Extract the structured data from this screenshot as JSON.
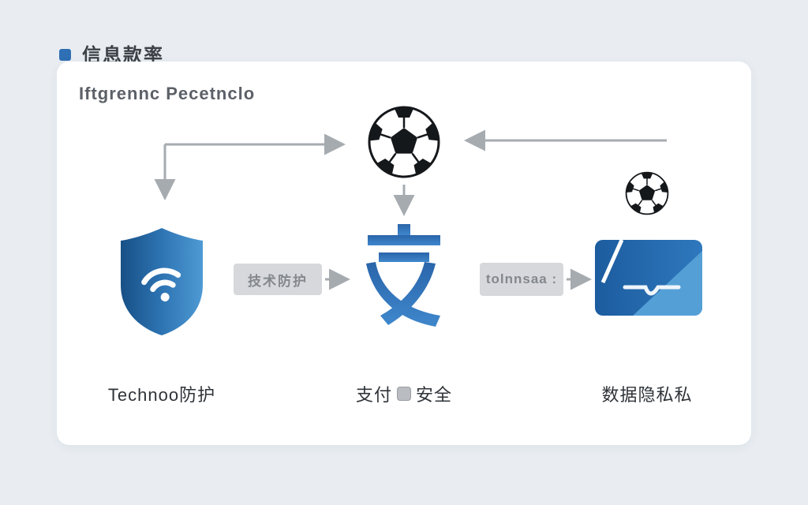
{
  "header": {
    "title": "信息款率"
  },
  "card": {
    "title": "Iftgrennc Pecetnclo"
  },
  "flow": {
    "chip_left": "技术防护",
    "chip_right": "tolnnsaa :",
    "captions": {
      "left": "Technoo防护",
      "middle_before": "支付",
      "middle_after": "安全",
      "right": "数据隐私私"
    }
  },
  "icons": {
    "bullet": "blue-square-bullet",
    "ball_large": "soccer-ball",
    "ball_small": "soccer-ball-small",
    "shield": "shield-wifi",
    "payment": "payment-glyph",
    "data_card": "data-privacy-card",
    "caption_middle": "small-gray-square"
  },
  "colors": {
    "accent_blue": "#2f6fb4",
    "arrow_gray": "#a6abb0",
    "chip_bg": "#d6d8db",
    "background": "#e9edf2",
    "shield_dark": "#175086",
    "shield_light": "#4e9ad4",
    "card_blue": "#1c5c9f"
  }
}
